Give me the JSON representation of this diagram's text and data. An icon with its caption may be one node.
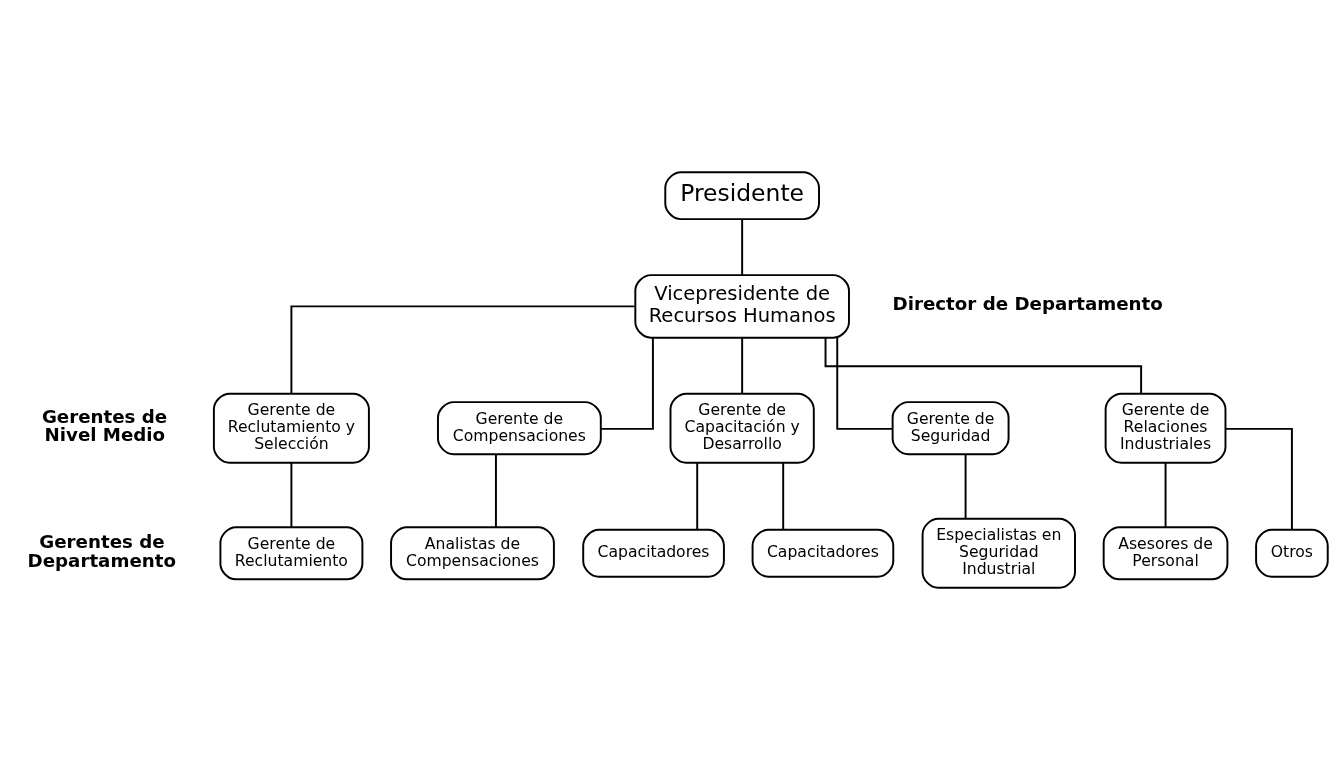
{
  "diagram": {
    "nodes": [
      {
        "text": [
          "Presidente"
        ]
      },
      {
        "text": [
          "Vicepresidente de Recursos Humanos"
        ]
      },
      {
        "text": [
          "Gerente de Reclutamiento y Selección"
        ]
      },
      {
        "text": [
          "Gerente de Compensaciones"
        ]
      },
      {
        "text": [
          "Gerente de Capacitación y Desarrollo"
        ]
      },
      {
        "text": [
          "Gerente de Seguridad"
        ]
      },
      {
        "text": [
          "Gerente de Relaciones Industriales"
        ]
      },
      {
        "text": [
          "Gerente de Reclutamiento"
        ]
      },
      {
        "text": [
          "Analistas de Compensaciones"
        ]
      },
      {
        "text": [
          "Capacitadores"
        ]
      },
      {
        "text": [
          "Capacitadores"
        ]
      },
      {
        "text": [
          "Especialistas en Seguridad Industrial"
        ]
      },
      {
        "text": [
          "Asesores de Personal"
        ]
      },
      {
        "text": [
          "Otros"
        ]
      }
    ],
    "edges": [
      {
        "from": 0,
        "to": 1,
        "arrow": "none"
      },
      {
        "from": 1,
        "to": 2,
        "arrow": "none"
      },
      {
        "from": 1,
        "to": 3,
        "arrow": "none"
      },
      {
        "from": 1,
        "to": 4,
        "arrow": "none"
      },
      {
        "from": 1,
        "to": 5,
        "arrow": "none"
      },
      {
        "from": 1,
        "to": 6,
        "arrow": "none"
      },
      {
        "from": 2,
        "to": 7,
        "arrow": "none"
      },
      {
        "from": 3,
        "to": 8,
        "arrow": "none"
      },
      {
        "from": 4,
        "to": 9,
        "arrow": "none"
      },
      {
        "from": 4,
        "to": 10,
        "arrow": "none"
      },
      {
        "from": 5,
        "to": 11,
        "arrow": "none"
      },
      {
        "from": 6,
        "to": 12,
        "arrow": "none"
      },
      {
        "from": 6,
        "to": 13,
        "arrow": "none"
      }
    ],
    "labels": [
      "Director de Departamento",
      "Gerentes de Nivel Medio",
      "Gerentes de Departamento"
    ]
  }
}
